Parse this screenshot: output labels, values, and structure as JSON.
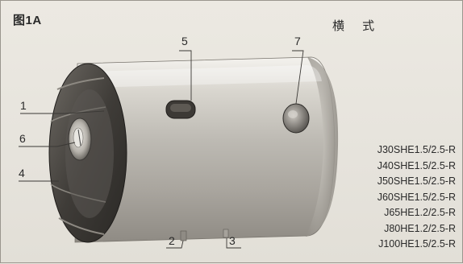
{
  "figure_label": "图1A",
  "orientation_label": "横 式",
  "callouts": {
    "c1": "1",
    "c2": "2",
    "c3": "3",
    "c4": "4",
    "c5": "5",
    "c6": "6",
    "c7": "7"
  },
  "models": [
    "J30SHE1.5/2.5-R",
    "J40SHE1.5/2.5-R",
    "J50SHE1.5/2.5-R",
    "J60SHE1.5/2.5-R",
    "J65HE1.2/2.5-R",
    "J80HE1.2/2.5-R",
    "J100HE1.5/2.5-R"
  ]
}
